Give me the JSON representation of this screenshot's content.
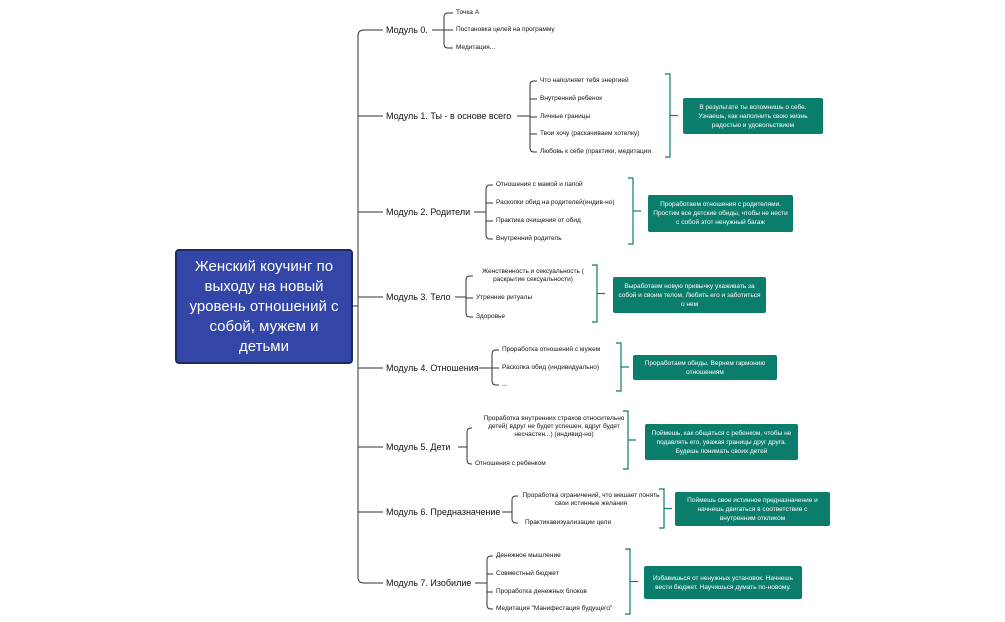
{
  "root": "Женский коучинг по выходу на новый уровень отношений с собой, мужем и детьми",
  "modules": [
    {
      "title": "Модуль 0.",
      "items": [
        "Точка А",
        "Постановка целей на программу",
        "Медитация..."
      ],
      "note": ""
    },
    {
      "title": "Модуль 1. Ты - в основе  всего",
      "items": [
        "Что наполняет тебя энергией",
        "Внутренний ребенок",
        "Личные границы",
        "Твои хочу (раскачиваем хотелку)",
        "Любовь к себе (практики, медитации"
      ],
      "note": "В результате ты вспомнишь о себе. Узнаешь, как наполнить свою жизнь радостью и удовольствием"
    },
    {
      "title": "Модуль 2. Родители",
      "items": [
        "Отношения с мамой и папой",
        "Раскопки обид на родителей(индив-но)",
        "Практика очищения от обид",
        "Внутренний родитель"
      ],
      "note": "Проработаем отношения с родителями. Простим все детские обиды, чтобы не нести с собой этот ненужный багаж"
    },
    {
      "title": "Модуль 3. Тело",
      "items": [
        "Женственность и сексуальность ( раскрытие сексуальности)",
        "Утренние ритуалы",
        "Здоровье"
      ],
      "note": "Выработаем новую привычку ухаживать за собой и своим телом. Любить его и заботиться о нем"
    },
    {
      "title": "Модуль 4. Отношения",
      "items": [
        "Проработка отношений с мужем",
        "Раскопка обид (индивидуально)",
        "..."
      ],
      "note": "Проработаем обиды, Вернем гармонию отношениям"
    },
    {
      "title": "Модуль 5. Дети",
      "items": [
        "Проработка внутренних страхов относительно детей( вдруг не будет успешен, вдруг будет несчастен...) (индивид-но)",
        "Отношения с ребенком"
      ],
      "note": "Поймешь, как общаться с ребенком, чтобы не подавлять его, уважая границы друг друга. Будешь понимать своих детей"
    },
    {
      "title": "Модуль 6. Предназначение",
      "items": [
        "Проработка ограничений, что мешает понять свои истинные желания",
        "Практикавизуализации цели"
      ],
      "note": "Поймешь свое истинное предназначение и начнешь двигаться в соответствие с внутренним откликом"
    },
    {
      "title": "Модуль 7. Изобилие",
      "items": [
        "Денежное мышление",
        "Совместный бюджет",
        "Проработка денежных блоков",
        "Медитация \"Манифестация будущего\""
      ],
      "note": "Избавишься от ненужных установок. Начнешь вести бюджет. Научишься думать по-новому."
    }
  ],
  "colors": {
    "root_bg": "#3346a8",
    "root_border": "#1e2a63",
    "note_bg": "#0b7d6d",
    "line": "#333333",
    "bracket": "#0b7d6d"
  }
}
